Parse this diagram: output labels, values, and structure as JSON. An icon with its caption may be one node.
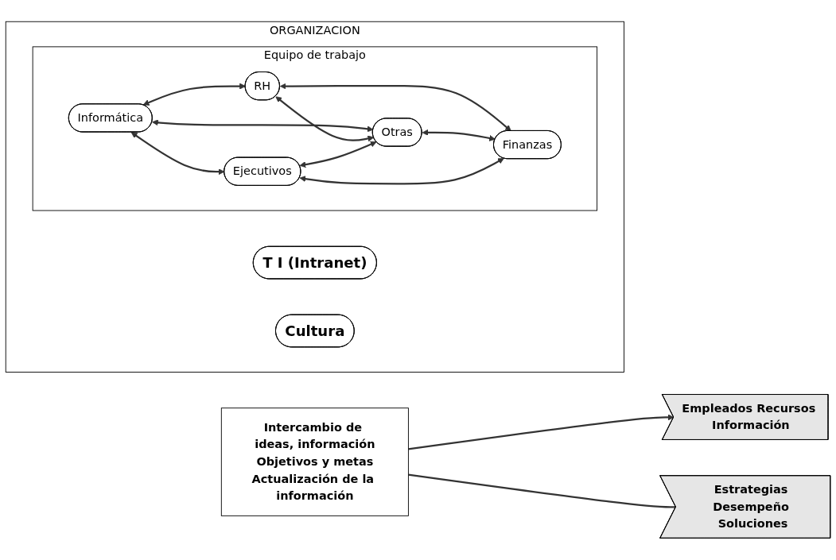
{
  "diagram": {
    "nodes": [
      {
        "text": [
          "Empleados Recursos Información"
        ]
      },
      {
        "text": [
          "ORGANIZACION"
        ]
      },
      {
        "text": [
          "Equipo de trabajo"
        ],
        "in": 1
      },
      {
        "text": [
          "Informática"
        ],
        "in": 2
      },
      {
        "text": [
          "RH"
        ],
        "in": 2
      },
      {
        "text": [
          "Otras"
        ],
        "in": 2
      },
      {
        "text": [
          "Ejecutivos"
        ],
        "in": 2
      },
      {
        "text": [
          "Finanzas"
        ],
        "in": 2
      },
      {
        "text": [
          "T I (Intranet)"
        ],
        "in": 1
      },
      {
        "text": [
          "Cultura"
        ],
        "in": 1
      },
      {
        "text": [
          "Estrategias Desempeño Soluciones"
        ]
      },
      {
        "text": [
          "Intercambio de ideas, información",
          "Objetivos y metas",
          "Actualización de la información"
        ]
      }
    ],
    "edges": [
      {
        "from": 3,
        "to": 4,
        "arrow": "both"
      },
      {
        "from": 3,
        "to": 6,
        "arrow": "both"
      },
      {
        "from": 3,
        "to": 5,
        "arrow": "both"
      },
      {
        "from": 4,
        "to": 5,
        "arrow": "both"
      },
      {
        "from": 4,
        "to": 7,
        "arrow": "both"
      },
      {
        "from": 6,
        "to": 5,
        "arrow": "both"
      },
      {
        "from": 5,
        "to": 7,
        "arrow": "both"
      },
      {
        "from": 6,
        "to": 7,
        "arrow": "both"
      },
      {
        "from": 11,
        "to": 0,
        "arrow": "to"
      },
      {
        "from": 11,
        "to": 10,
        "arrow": "none"
      }
    ]
  }
}
